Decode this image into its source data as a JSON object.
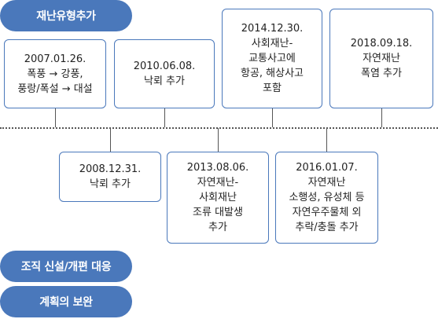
{
  "header": {
    "category_label": "재난유형추가"
  },
  "top_events": [
    {
      "text": "2007.01.26.\n폭풍 → 강풍,\n풍랑/폭설 → 대설"
    },
    {
      "text": "2010.06.08.\n낙뢰 추가"
    },
    {
      "text": "2014.12.30.\n사회재난-\n교통사고에\n항공, 해상사고\n포함"
    },
    {
      "text": "2018.09.18.\n자연재난\n폭염 추가"
    }
  ],
  "bottom_events": [
    {
      "text": "2008.12.31.\n낙뢰 추가"
    },
    {
      "text": "2013.08.06.\n자연재난-\n사회재난\n조류 대발생\n추가"
    },
    {
      "text": "2016.01.07.\n자연재난\n소행성, 유성체 등\n자연우주물체 외\n추락/충돌 추가"
    }
  ],
  "footer": {
    "org_label": "조직 신설/개편 대응",
    "plan_label": "계획의 보완"
  },
  "colors": {
    "accent": "#4a78bb",
    "line": "#555555"
  }
}
